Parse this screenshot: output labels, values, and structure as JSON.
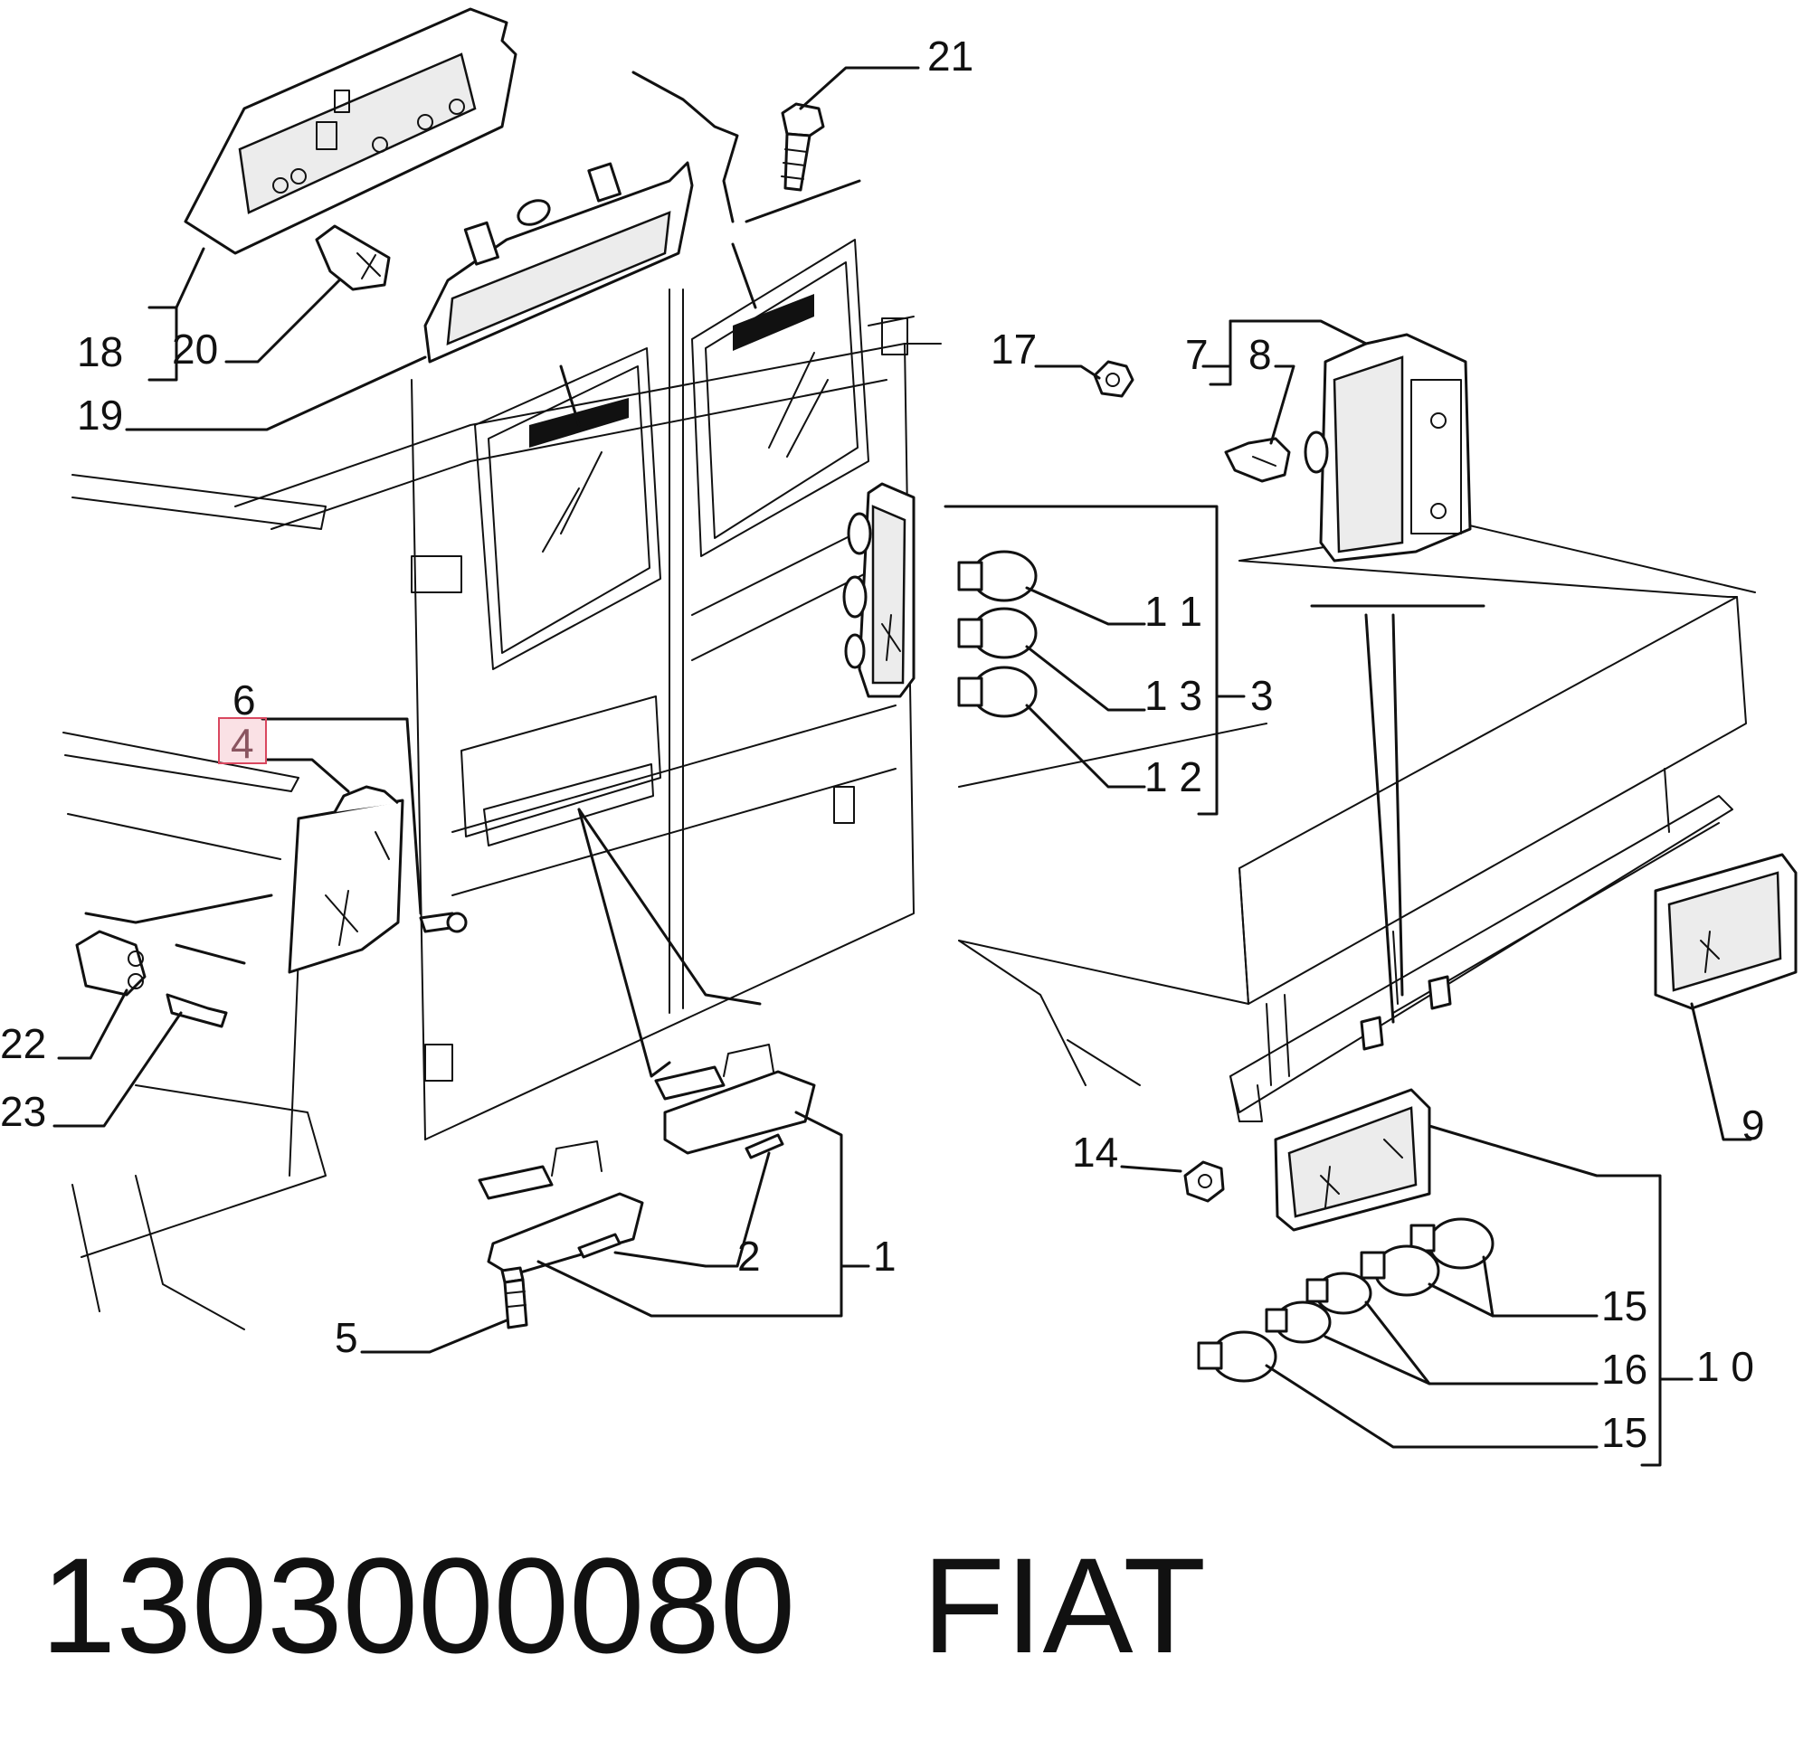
{
  "callouts": {
    "c1": "1",
    "c2": "2",
    "c3": "3",
    "c4": "4",
    "c5": "5",
    "c6": "6",
    "c7": "7",
    "c8": "8",
    "c9": "9",
    "c10": "1 0",
    "c11": "1 1",
    "c12": "1 2",
    "c13": "1 3",
    "c14": "14",
    "c15a": "15",
    "c15b": "15",
    "c16": "16",
    "c17": "17",
    "c18": "18",
    "c19": "19",
    "c20": "20",
    "c21": "21",
    "c22": "22",
    "c23": "23"
  },
  "highlighted_callout": "4",
  "highlight_color": "#d9475f",
  "part_number": "1303000080",
  "brand": "FIAT"
}
